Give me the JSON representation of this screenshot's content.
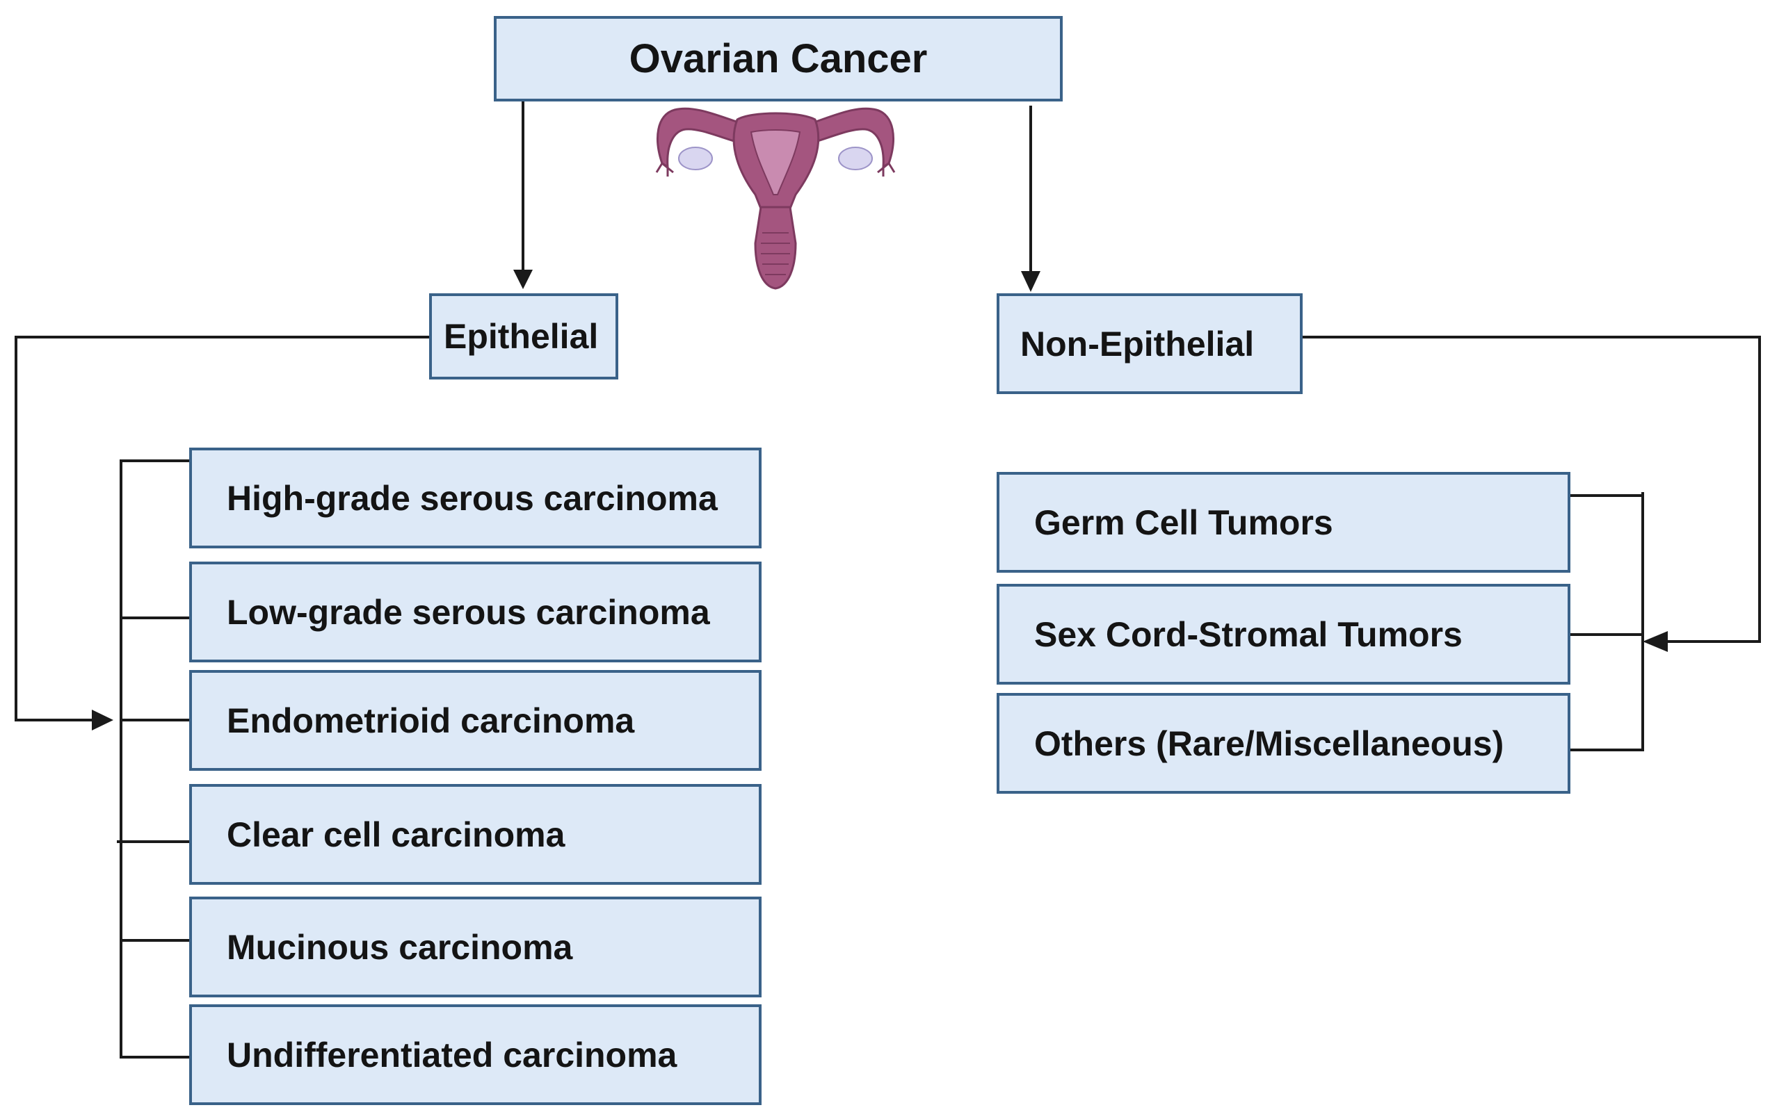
{
  "root": {
    "label": "Ovarian Cancer"
  },
  "branches": {
    "epithelial": {
      "label": "Epithelial",
      "subtypes": [
        "High-grade serous carcinoma",
        "Low-grade serous carcinoma",
        "Endometrioid carcinoma",
        "Clear cell carcinoma",
        "Mucinous carcinoma",
        "Undifferentiated carcinoma"
      ]
    },
    "non_epithelial": {
      "label": "Non-Epithelial",
      "subtypes": [
        "Germ Cell Tumors",
        "Sex Cord-Stromal Tumors",
        "Others (Rare/Miscellaneous)"
      ]
    }
  },
  "illustration": {
    "icon": "uterus-ovaries-icon",
    "color": "#a4557f"
  },
  "colors": {
    "box_fill": "#dde9f7",
    "box_border": "#3a6289",
    "line": "#1a1a1a"
  }
}
